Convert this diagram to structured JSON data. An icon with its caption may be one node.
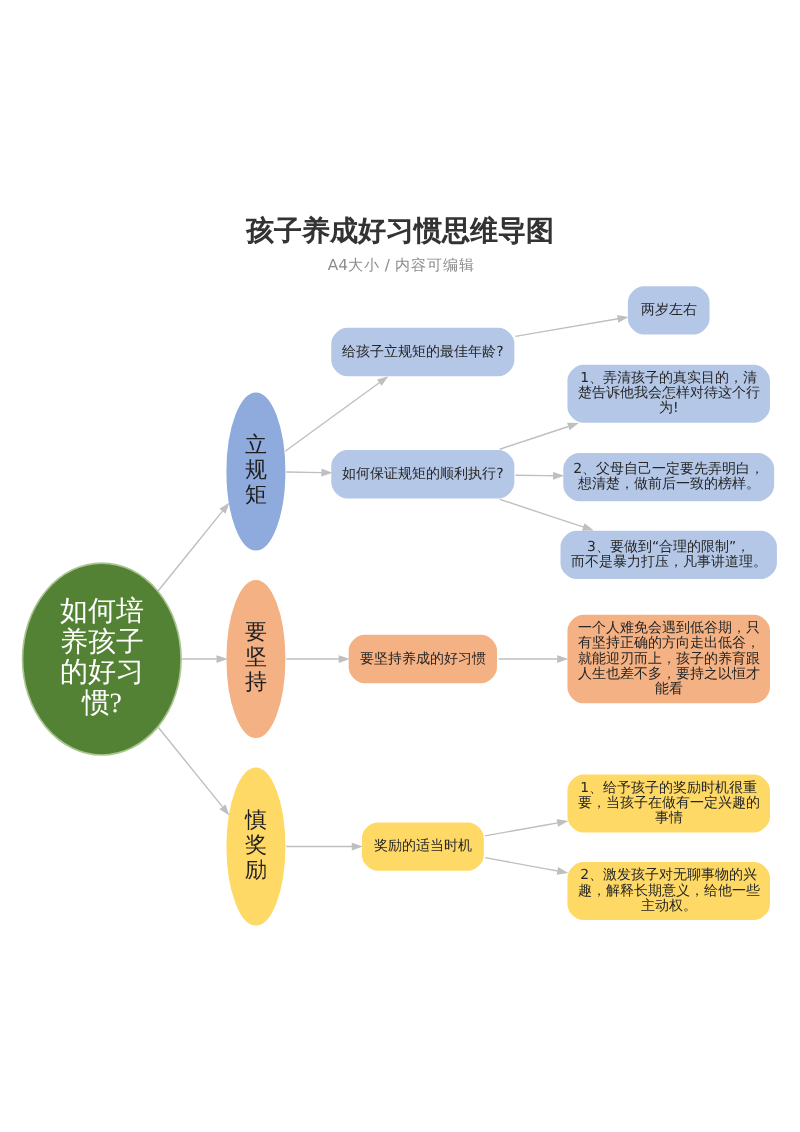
{
  "diagram": {
    "title": "孩子养成好习惯思维导图",
    "caption": "A4大小 / 内容可编辑",
    "nodes": [
      {
        "text": [
          "如何培养孩子的好习惯?"
        ]
      },
      {
        "text": [
          "立规矩"
        ]
      },
      {
        "text": [
          "给孩子立规矩的最佳年龄?"
        ]
      },
      {
        "text": [
          "两岁左右"
        ]
      },
      {
        "text": [
          "如何保证规矩的顺利执行?"
        ]
      },
      {
        "text": [
          "1、弄清孩子的真实目的，清楚告诉他我会怎样对待这个行为!"
        ]
      },
      {
        "text": [
          "2、父母自己一定要先弄明白，想清楚，做前后一致的榜样。"
        ]
      },
      {
        "text": [
          "3、要做到“合理的限制”，而不是暴力打压，凡事讲道理。"
        ]
      },
      {
        "text": [
          "要坚持"
        ]
      },
      {
        "text": [
          "要坚持养成的好习惯"
        ]
      },
      {
        "text": [
          "一个人难免会遇到低谷期，只有坚持正确的方向走出低谷，就能迎刃而上，孩子的养育跟人生也差不多，要持之以恒才能看"
        ]
      },
      {
        "text": [
          "慎奖励"
        ]
      },
      {
        "text": [
          "奖励的适当时机"
        ]
      },
      {
        "text": [
          "1、给予孩子的奖励时机很重要，当孩子在做有一定兴趣的事情"
        ]
      },
      {
        "text": [
          "2、激发孩子对无聊事物的兴趣，解释长期意义，给他一些主动权。"
        ]
      }
    ],
    "edges": [
      {
        "from": 0,
        "to": 1,
        "arrow": "to"
      },
      {
        "from": 0,
        "to": 8,
        "arrow": "to"
      },
      {
        "from": 0,
        "to": 11,
        "arrow": "to"
      },
      {
        "from": 1,
        "to": 2,
        "arrow": "to"
      },
      {
        "from": 1,
        "to": 4,
        "arrow": "to"
      },
      {
        "from": 2,
        "to": 3,
        "arrow": "to"
      },
      {
        "from": 4,
        "to": 5,
        "arrow": "to"
      },
      {
        "from": 4,
        "to": 6,
        "arrow": "to"
      },
      {
        "from": 4,
        "to": 7,
        "arrow": "to"
      },
      {
        "from": 8,
        "to": 9,
        "arrow": "to"
      },
      {
        "from": 9,
        "to": 10,
        "arrow": "to"
      },
      {
        "from": 11,
        "to": 12,
        "arrow": "to"
      },
      {
        "from": 12,
        "to": 13,
        "arrow": "to"
      },
      {
        "from": 12,
        "to": 14,
        "arrow": "to"
      }
    ]
  }
}
